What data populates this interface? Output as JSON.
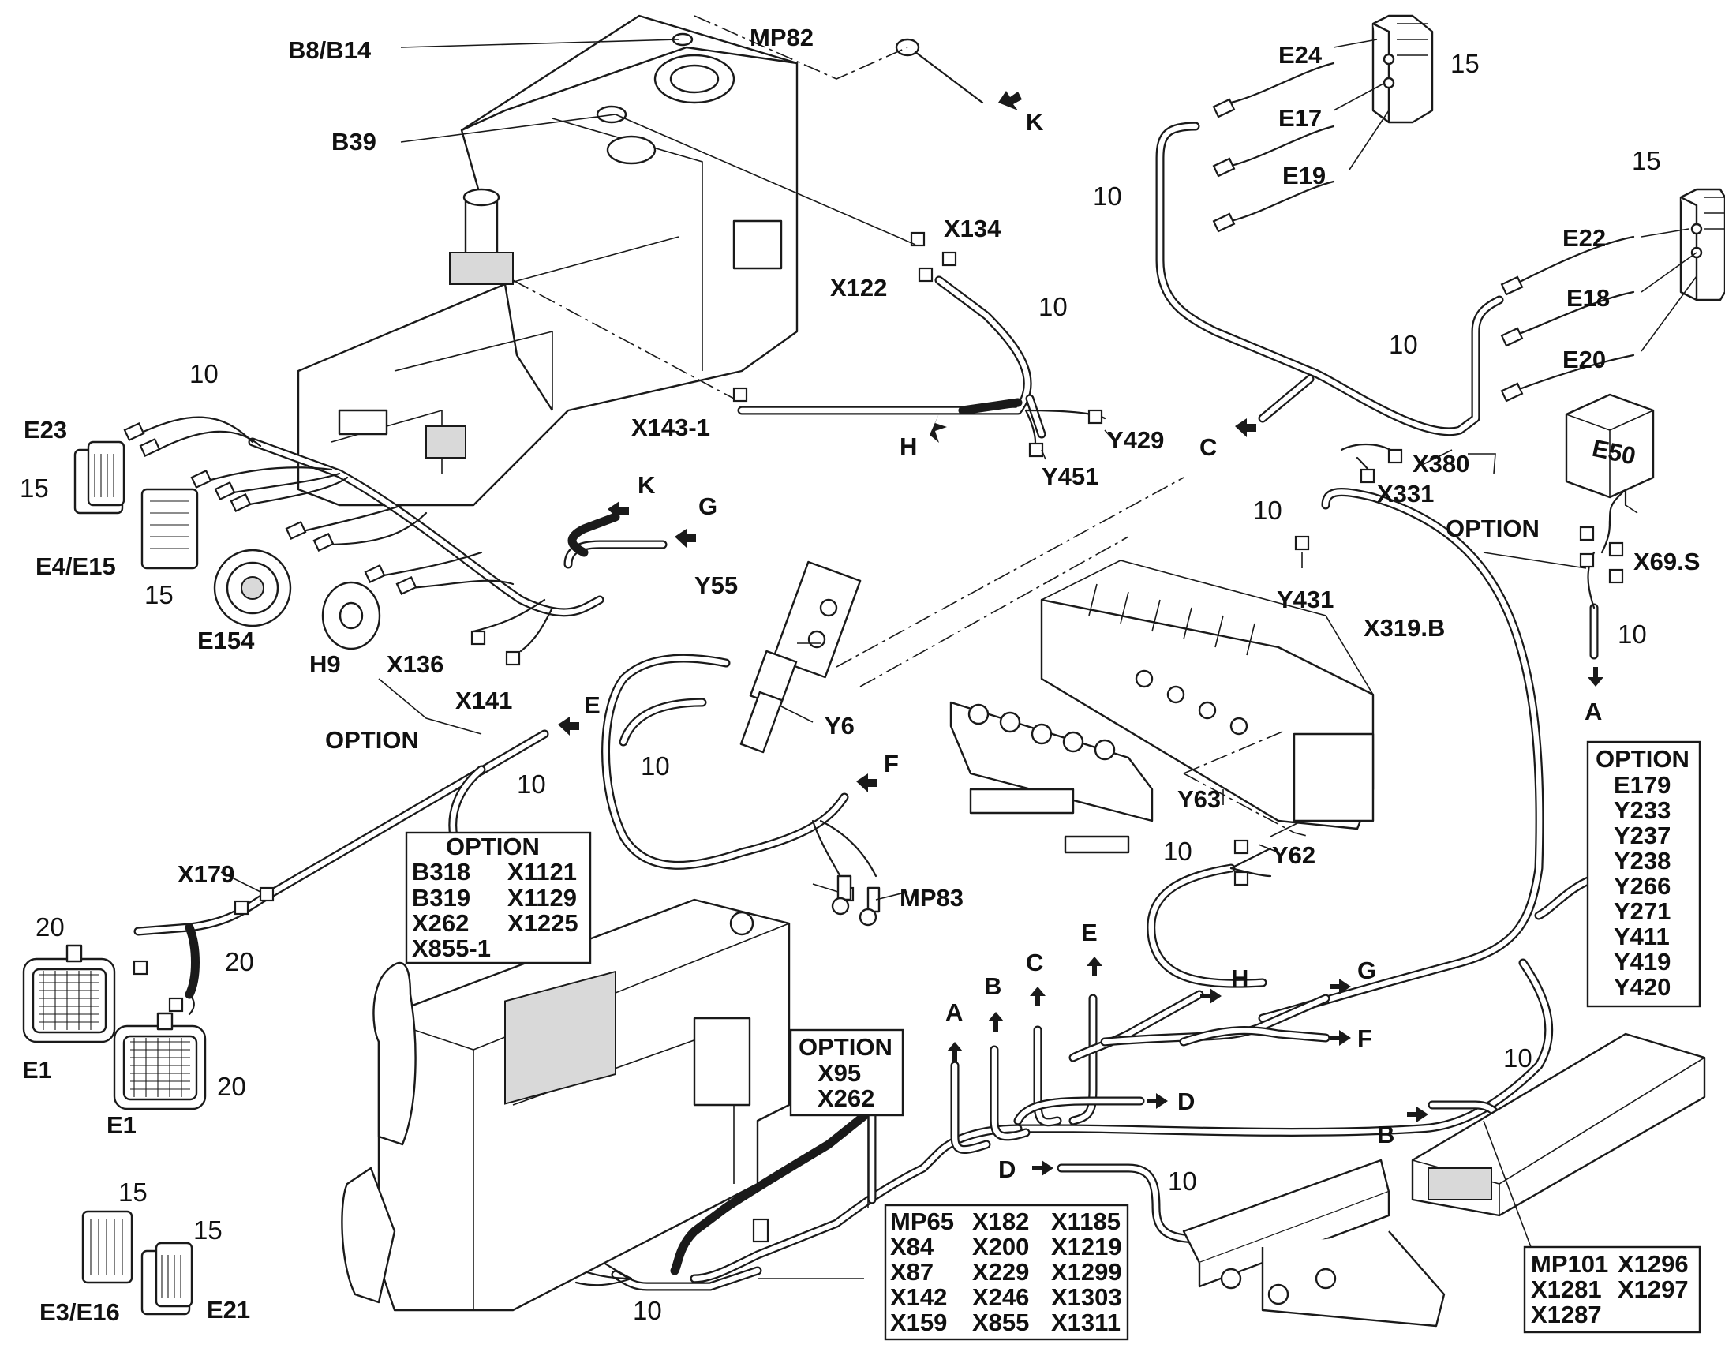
{
  "title": "",
  "labels": {
    "B8_B14": "B8/B14",
    "MP82": "MP82",
    "B39": "B39",
    "K": "K",
    "E24": "E24",
    "E17": "E17",
    "E19": "E19",
    "E22": "E22",
    "E18": "E18",
    "E20": "E20",
    "X134": "X134",
    "X122": "X122",
    "X143_1": "X143-1",
    "H": "H",
    "Y429": "Y429",
    "Y451": "Y451",
    "C": "C",
    "X380": "X380",
    "X331": "X331",
    "OPTION": "OPTION",
    "E50": "E50",
    "X69_S": "X69.S",
    "X319_B": "X319.B",
    "A": "A",
    "Y431": "Y431",
    "E23": "E23",
    "E4_E15": "E4/E15",
    "E154": "E154",
    "H9": "H9",
    "X136": "X136",
    "X141": "X141",
    "G": "G",
    "Y55": "Y55",
    "Y6": "Y6",
    "E": "E",
    "F": "F",
    "MP83": "MP83",
    "Y63": "Y63",
    "Y62": "Y62",
    "X179": "X179",
    "E1": "E1",
    "E3_E16": "E3/E16",
    "E21": "E21",
    "B": "B",
    "D": "D"
  },
  "numbers": {
    "n10": "10",
    "n15": "15",
    "n20": "20"
  },
  "option_boxes": {
    "option_b318": {
      "title": "OPTION",
      "rows": [
        [
          "B318",
          "X1121"
        ],
        [
          "B319",
          "X1129"
        ],
        [
          "X262",
          "X1225"
        ],
        [
          "X855-1",
          ""
        ]
      ]
    },
    "option_x95": {
      "title": "OPTION",
      "rows": [
        [
          "X95"
        ],
        [
          "X262"
        ]
      ]
    },
    "option_right": {
      "title": "OPTION",
      "rows": [
        [
          "E179"
        ],
        [
          "Y233"
        ],
        [
          "Y237"
        ],
        [
          "Y238"
        ],
        [
          "Y266"
        ],
        [
          "Y271"
        ],
        [
          "Y411"
        ],
        [
          "Y419"
        ],
        [
          "Y420"
        ]
      ]
    }
  },
  "connector_boxes": {
    "mp65_box": {
      "rows": [
        [
          "MP65",
          "X182",
          "X1185"
        ],
        [
          "X84",
          "X200",
          "X1219"
        ],
        [
          "X87",
          "X229",
          "X1299"
        ],
        [
          "X142",
          "X246",
          "X1303"
        ],
        [
          "X159",
          "X855",
          "X1311"
        ]
      ]
    },
    "mp101_box": {
      "rows": [
        [
          "MP101",
          "X1296"
        ],
        [
          "X1281",
          "X1297"
        ],
        [
          "X1287",
          ""
        ]
      ]
    }
  }
}
